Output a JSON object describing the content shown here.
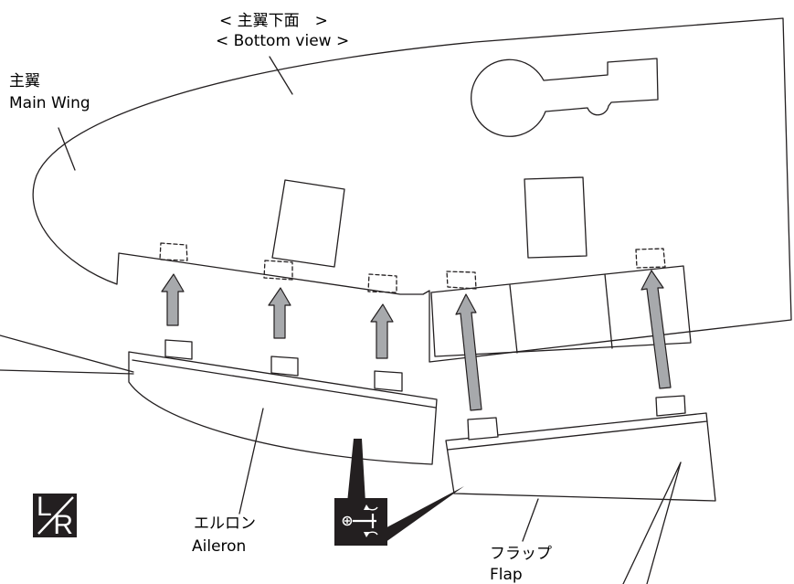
{
  "labels": {
    "view_jp": "< 主翼下面　>",
    "view_en": "< Bottom view >",
    "wing_jp": "主翼",
    "wing_en": "Main Wing",
    "aileron_jp": "エルロン",
    "aileron_en": "Aileron",
    "flap_jp": "フラップ",
    "flap_en": "Flap"
  },
  "badges": {
    "lr_left": "L",
    "lr_right": "R",
    "tool_icon": "servo-horn-icon"
  },
  "colors": {
    "line": "#231f20",
    "arrow_fill": "#a7a9ac",
    "badge_fill": "#231f20"
  }
}
